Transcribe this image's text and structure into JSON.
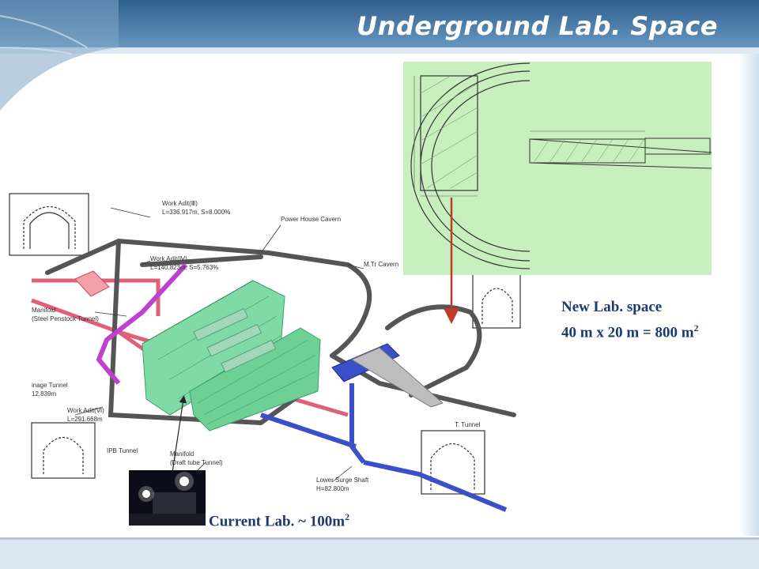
{
  "slide": {
    "title": "Underground Lab. Space"
  },
  "new_lab": {
    "line1": "New Lab. space",
    "line2": "40 m x 20 m = 800 m",
    "line2_sup": "2"
  },
  "current_lab": {
    "label": "Current Lab. ~ 100m",
    "label_sup": "2"
  },
  "diagram_labels": {
    "work_adit_iii": "Work Adit(Ⅲ)",
    "work_adit_iii_spec": "L=336.917m,  S=8.000%",
    "power_house": "Power House Cavern",
    "work_adit_iv": "Work Adit(Ⅳ)",
    "work_adit_iv_spec": "L=140.823m,  S=5.763%",
    "mtr_cavern": "M.Tr  Cavern",
    "manifold_steel": "Manifold",
    "manifold_steel_2": "(Steel Penstock Tunnel)",
    "drainage_tunnel": "inage Tunnel",
    "drainage_spec": "12.839m",
    "work_adit_vi": "Work Adit(Ⅵ)",
    "work_adit_vi_spec": "L=291.668m",
    "ipb_tunnel": "IPB Tunnel",
    "manifold_draft": "Manifold",
    "manifold_draft_2": "(Draft tube Tunnel)",
    "lower_surge": "Lower Surge Shaft",
    "lower_surge_spec": "H=82.800m",
    "t_tunnel": "T. Tunnel"
  },
  "colors": {
    "title": "#ffffff",
    "callout_text": "#1f3a6e",
    "inset_bg": "#c8f0bf",
    "cavern_green": "#5fcf8f",
    "tunnel_gray": "#555555",
    "penstock_red": "#e0607a",
    "surge_blue": "#3a4fc8",
    "adit_purple": "#c040d0",
    "arrow_red": "#c0392b"
  }
}
